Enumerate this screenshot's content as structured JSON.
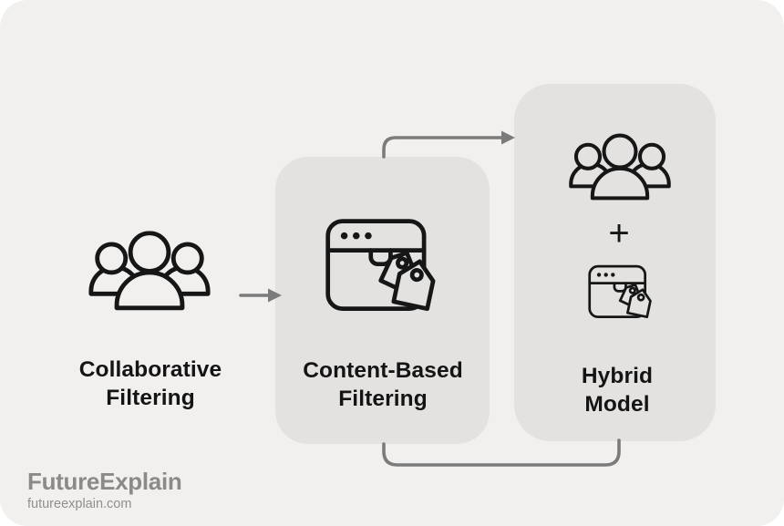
{
  "brand": {
    "name": "FutureExplain",
    "website": "futureexplain.com"
  },
  "colors": {
    "page": "#ffffff",
    "canvas": "#f1f0ee",
    "card": "#e3e2e0",
    "ink": "#161616",
    "connector": "#7b7b7b",
    "brand_text": "#8b8a88"
  },
  "diagram": {
    "title_implied": "Recommendation approaches: collaborative + content-based = hybrid",
    "nodes": [
      {
        "id": "collaborative-filtering",
        "label_line1": "Collaborative",
        "label_line2": "Filtering",
        "icon": "people-group-icon"
      },
      {
        "id": "content-based-filtering",
        "label_line1": "Content-Based",
        "label_line2": "Filtering",
        "icon": "browser-tags-icon"
      },
      {
        "id": "hybrid-model",
        "label_line1": "Hybrid",
        "label_line2": "Model",
        "plus_symbol": "+",
        "icons": [
          "people-group-icon",
          "plus-icon",
          "browser-tags-icon"
        ]
      }
    ],
    "connectors": [
      {
        "from": "collaborative-filtering",
        "to": "content-based-filtering",
        "style": "arrow",
        "route": "middle"
      },
      {
        "from": "content-based-filtering",
        "to": "hybrid-model",
        "style": "arrow",
        "route": "top"
      },
      {
        "from": "content-based-filtering",
        "to": "hybrid-model",
        "style": "line",
        "route": "bottom"
      }
    ]
  }
}
